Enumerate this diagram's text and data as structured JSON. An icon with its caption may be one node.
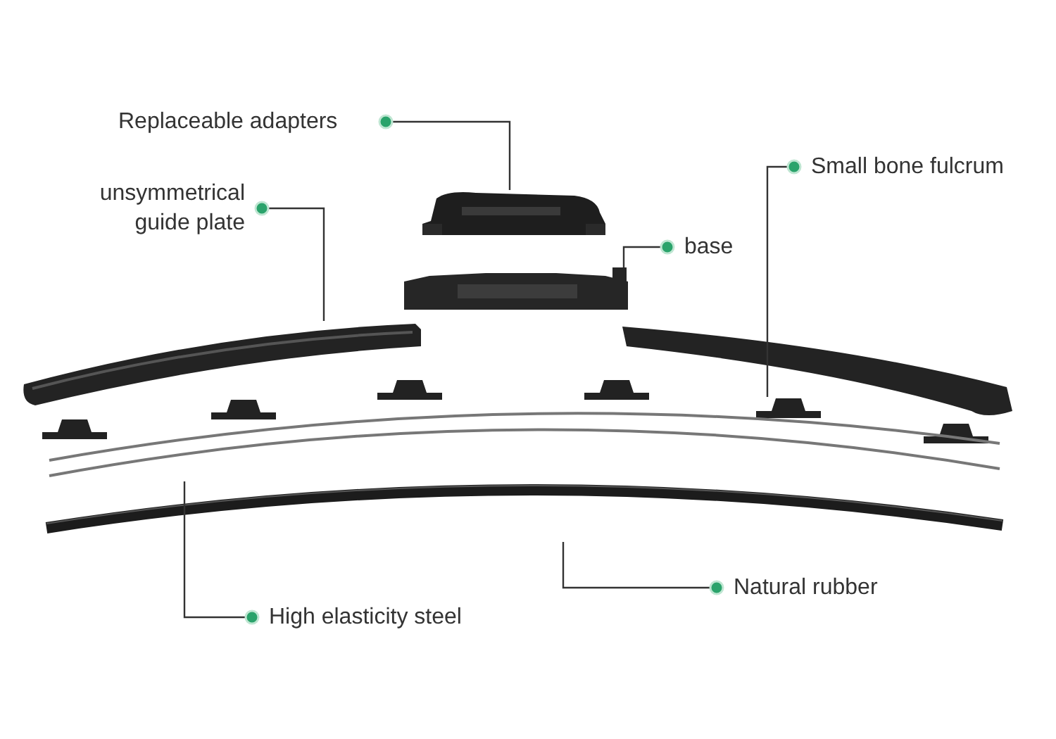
{
  "diagram": {
    "nodes": [
      {
        "text": [
          "Replaceable adapters"
        ]
      },
      {
        "text": [
          "unsymmetrical guide plate"
        ]
      },
      {
        "text": [
          "Small bone fulcrum"
        ]
      },
      {
        "text": [
          "base"
        ]
      },
      {
        "text": [
          "High elasticity steel"
        ]
      },
      {
        "text": [
          "Natural rubber"
        ]
      },
      {
        "text": [],
        "shape": "picture"
      },
      {
        "text": [],
        "shape": "picture"
      },
      {
        "text": [],
        "shape": "picture"
      },
      {
        "text": [],
        "shape": "picture"
      },
      {
        "text": [],
        "shape": "picture"
      },
      {
        "text": [],
        "shape": "picture"
      }
    ],
    "edges": [
      {
        "from": 0,
        "to": 6,
        "arrow": "other"
      },
      {
        "from": 1,
        "to": 7,
        "arrow": "other"
      },
      {
        "from": 2,
        "to": 8,
        "arrow": "other"
      },
      {
        "from": 3,
        "to": 9,
        "arrow": "other"
      },
      {
        "from": 4,
        "to": 10,
        "arrow": "other"
      },
      {
        "from": 5,
        "to": 11,
        "arrow": "other"
      }
    ]
  }
}
